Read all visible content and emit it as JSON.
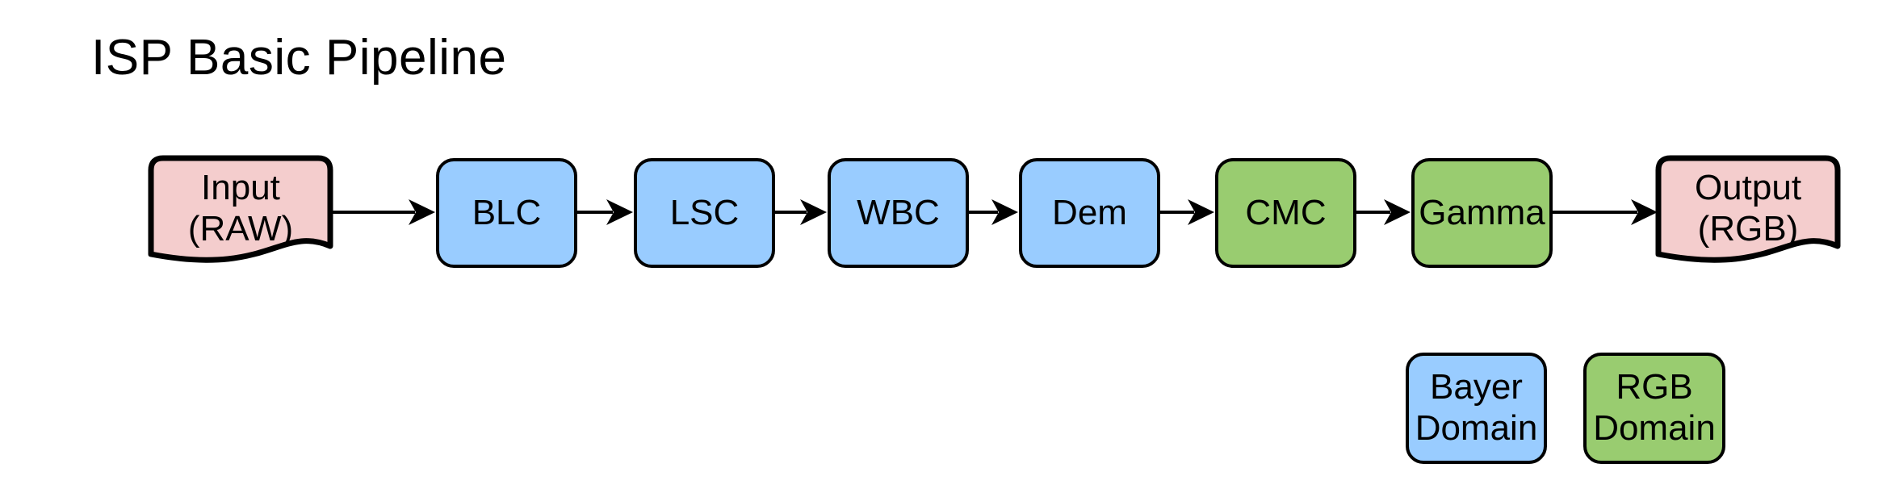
{
  "title": "ISP Basic Pipeline",
  "colors": {
    "bayer": "#99ccff",
    "rgb": "#99cc70",
    "io": "#f4cdcd",
    "stroke": "#000000"
  },
  "pipeline": {
    "nodes": [
      {
        "label": "Input\n(RAW)",
        "shape": "document",
        "domain": "io"
      },
      {
        "label": "BLC",
        "shape": "process",
        "domain": "bayer"
      },
      {
        "label": "LSC",
        "shape": "process",
        "domain": "bayer"
      },
      {
        "label": "WBC",
        "shape": "process",
        "domain": "bayer"
      },
      {
        "label": "Dem",
        "shape": "process",
        "domain": "bayer"
      },
      {
        "label": "CMC",
        "shape": "process",
        "domain": "rgb"
      },
      {
        "label": "Gamma",
        "shape": "process",
        "domain": "rgb"
      },
      {
        "label": "Output\n(RGB)",
        "shape": "document",
        "domain": "io"
      }
    ]
  },
  "legend": {
    "items": [
      {
        "label": "Bayer\nDomain",
        "domain": "bayer"
      },
      {
        "label": "RGB\nDomain",
        "domain": "rgb"
      }
    ]
  }
}
